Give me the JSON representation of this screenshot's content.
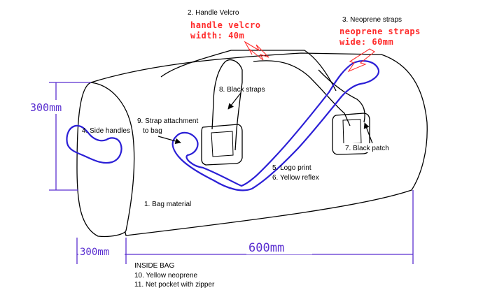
{
  "labels": {
    "l2": "2. Handle Velcro",
    "l3": "3. Neoprene straps",
    "l8": "8. Black straps",
    "l4": "4. Side handles",
    "l9a": "9. Strap attachment",
    "l9b": "to bag",
    "l7": "7. Black patch",
    "l5": "5. Logo print",
    "l6": "6. Yellow reflex",
    "l1": "1. Bag material"
  },
  "annotations": {
    "handle_a": "handle velcro",
    "handle_b": "width: 40m",
    "neo_a": "neoprene straps",
    "neo_b": "wide: 60mm"
  },
  "dimensions": {
    "height": "300mm",
    "depth": "300mm",
    "length": "600mm"
  },
  "inside": {
    "title": "INSIDE BAG",
    "item10": "10. Yellow neoprene",
    "item11": "11. Net pocket with zipper"
  },
  "colors": {
    "outline": "#000000",
    "strap": "#2b1fd6",
    "dimension": "#5a2fd0",
    "annotation": "#ff2a2a"
  }
}
